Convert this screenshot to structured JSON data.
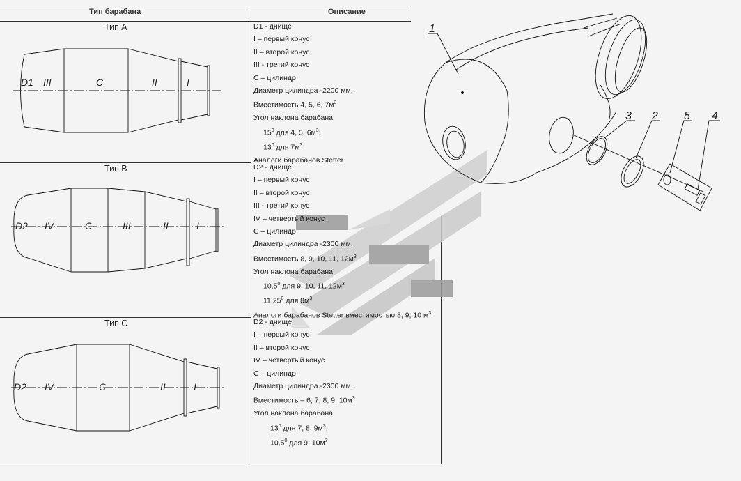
{
  "table": {
    "header_type": "Тип барабана",
    "header_desc": "Описание",
    "rows": [
      {
        "title": "Тип А",
        "drum_labels": [
          "D1",
          "III",
          "C",
          "II",
          "I"
        ],
        "desc": [
          {
            "text": "D1 - днище"
          },
          {
            "text": "I – первый конус"
          },
          {
            "text": "II – второй конус"
          },
          {
            "text": "III - третий конус"
          },
          {
            "text": "С – цилиндр"
          },
          {
            "text": "Диаметр цилиндра -2200 мм."
          },
          {
            "text": "Вместимость 4, 5, 6, 7м",
            "sup": "3"
          },
          {
            "text": "Угол наклона барабана:"
          },
          {
            "pre": "15",
            "presup": "0",
            "text": " для 4, 5, 6м",
            "sup": "3",
            "tail": ";",
            "indent": 1
          },
          {
            "pre": "13",
            "presup": "0",
            "text": " для 7м",
            "sup": "3",
            "indent": 1
          },
          {
            "text": "Аналоги барабанов Stetter"
          }
        ]
      },
      {
        "title": "Тип В",
        "drum_labels": [
          "D2",
          "IV",
          "C",
          "III",
          "II",
          "I"
        ],
        "desc": [
          {
            "text": "D2 - днище"
          },
          {
            "text": "I – первый конус"
          },
          {
            "text": "II – второй конус"
          },
          {
            "text": "III - третий конус"
          },
          {
            "text": "IV – четвертый конус"
          },
          {
            "text": "С – цилиндр"
          },
          {
            "text": "Диаметр цилиндра -2300 мм."
          },
          {
            "text": "Вместимость 8, 9, 10, 11, 12м",
            "sup": "3"
          },
          {
            "text": "Угол наклона барабана:"
          },
          {
            "pre": "10,5",
            "presup": "0",
            "text": " для 9, 10, 11, 12м",
            "sup": "3",
            "indent": 1
          },
          {
            "pre": "11,25",
            "presup": "0",
            "text": " для 8м",
            "sup": "3",
            "indent": 1
          },
          {
            "text": "Аналоги барабанов Stetter вместимостью 8, 9, 10 м",
            "sup": "3"
          }
        ]
      },
      {
        "title": "Тип С",
        "drum_labels": [
          "D2",
          "IV",
          "C",
          "II",
          "I"
        ],
        "desc": [
          {
            "text": "D2 - днище"
          },
          {
            "text": "I – первый конус"
          },
          {
            "text": "II – второй конус"
          },
          {
            "text": "IV – четвертый конус"
          },
          {
            "text": "С – цилиндр"
          },
          {
            "text": "Диаметр цилиндра -2300 мм."
          },
          {
            "text": "Вместимость – 6, 7, 8, 9, 10м",
            "sup": "3"
          },
          {
            "text": "Угол наклона барабана:"
          },
          {
            "pre": "13",
            "presup": "0",
            "text": " для 7, 8, 9м",
            "sup": "3",
            "tail": ";",
            "indent": 2
          },
          {
            "pre": "10,5",
            "presup": "0",
            "text": " для 9, 10м",
            "sup": "3",
            "indent": 2
          }
        ]
      }
    ]
  },
  "drawing": {
    "part_labels": [
      "1",
      "3",
      "2",
      "5",
      "4"
    ]
  },
  "colors": {
    "line": "#111111",
    "grid": "#333333",
    "watermark_light": "#c9c9c9",
    "watermark_dark": "#a6a6a6"
  }
}
